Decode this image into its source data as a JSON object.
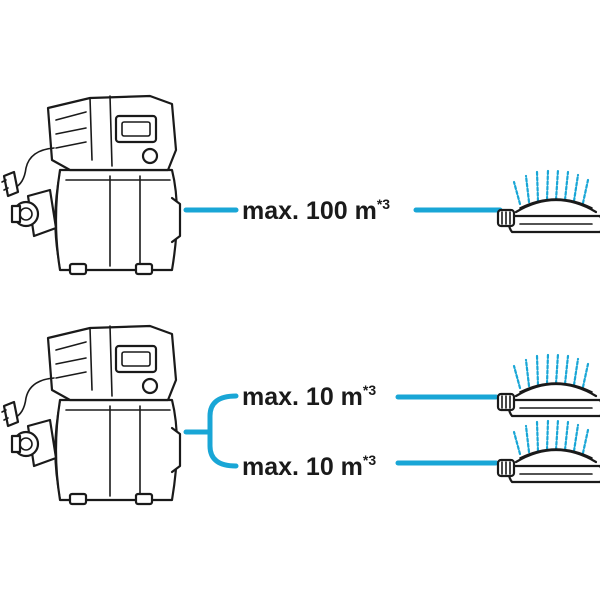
{
  "colors": {
    "pipe": "#19a6d6",
    "ink": "#1a1a1a"
  },
  "top": {
    "distance_label": "max. 100 m",
    "footnote": "*3"
  },
  "bottom": {
    "upper_label": "max. 10 m",
    "upper_footnote": "*3",
    "lower_label": "max. 10 m",
    "lower_footnote": "*3"
  },
  "icons": [
    "pump-icon",
    "sprinkler-icon"
  ]
}
